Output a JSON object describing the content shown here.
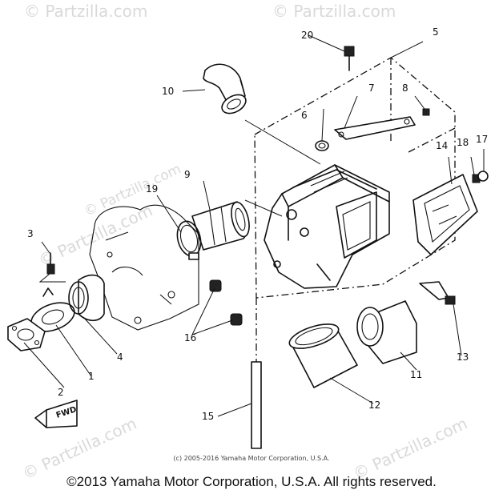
{
  "watermark": "© Partzilla.com",
  "callouts": {
    "c1": "1",
    "c2": "2",
    "c3": "3",
    "c4": "4",
    "c5": "5",
    "c6": "6",
    "c7": "7",
    "c8": "8",
    "c9": "9",
    "c10": "10",
    "c11": "11",
    "c12": "12",
    "c13": "13",
    "c14": "14",
    "c15": "15",
    "c16": "16",
    "c17": "17",
    "c18": "18",
    "c19": "19",
    "c20": "20"
  },
  "fwd_mark": "FWD",
  "inner_copyright": "(c) 2005-2016 Yamaha Motor Corporation, U.S.A.",
  "footer": "©2013 Yamaha Motor Corporation, U.S.A. All rights reserved."
}
